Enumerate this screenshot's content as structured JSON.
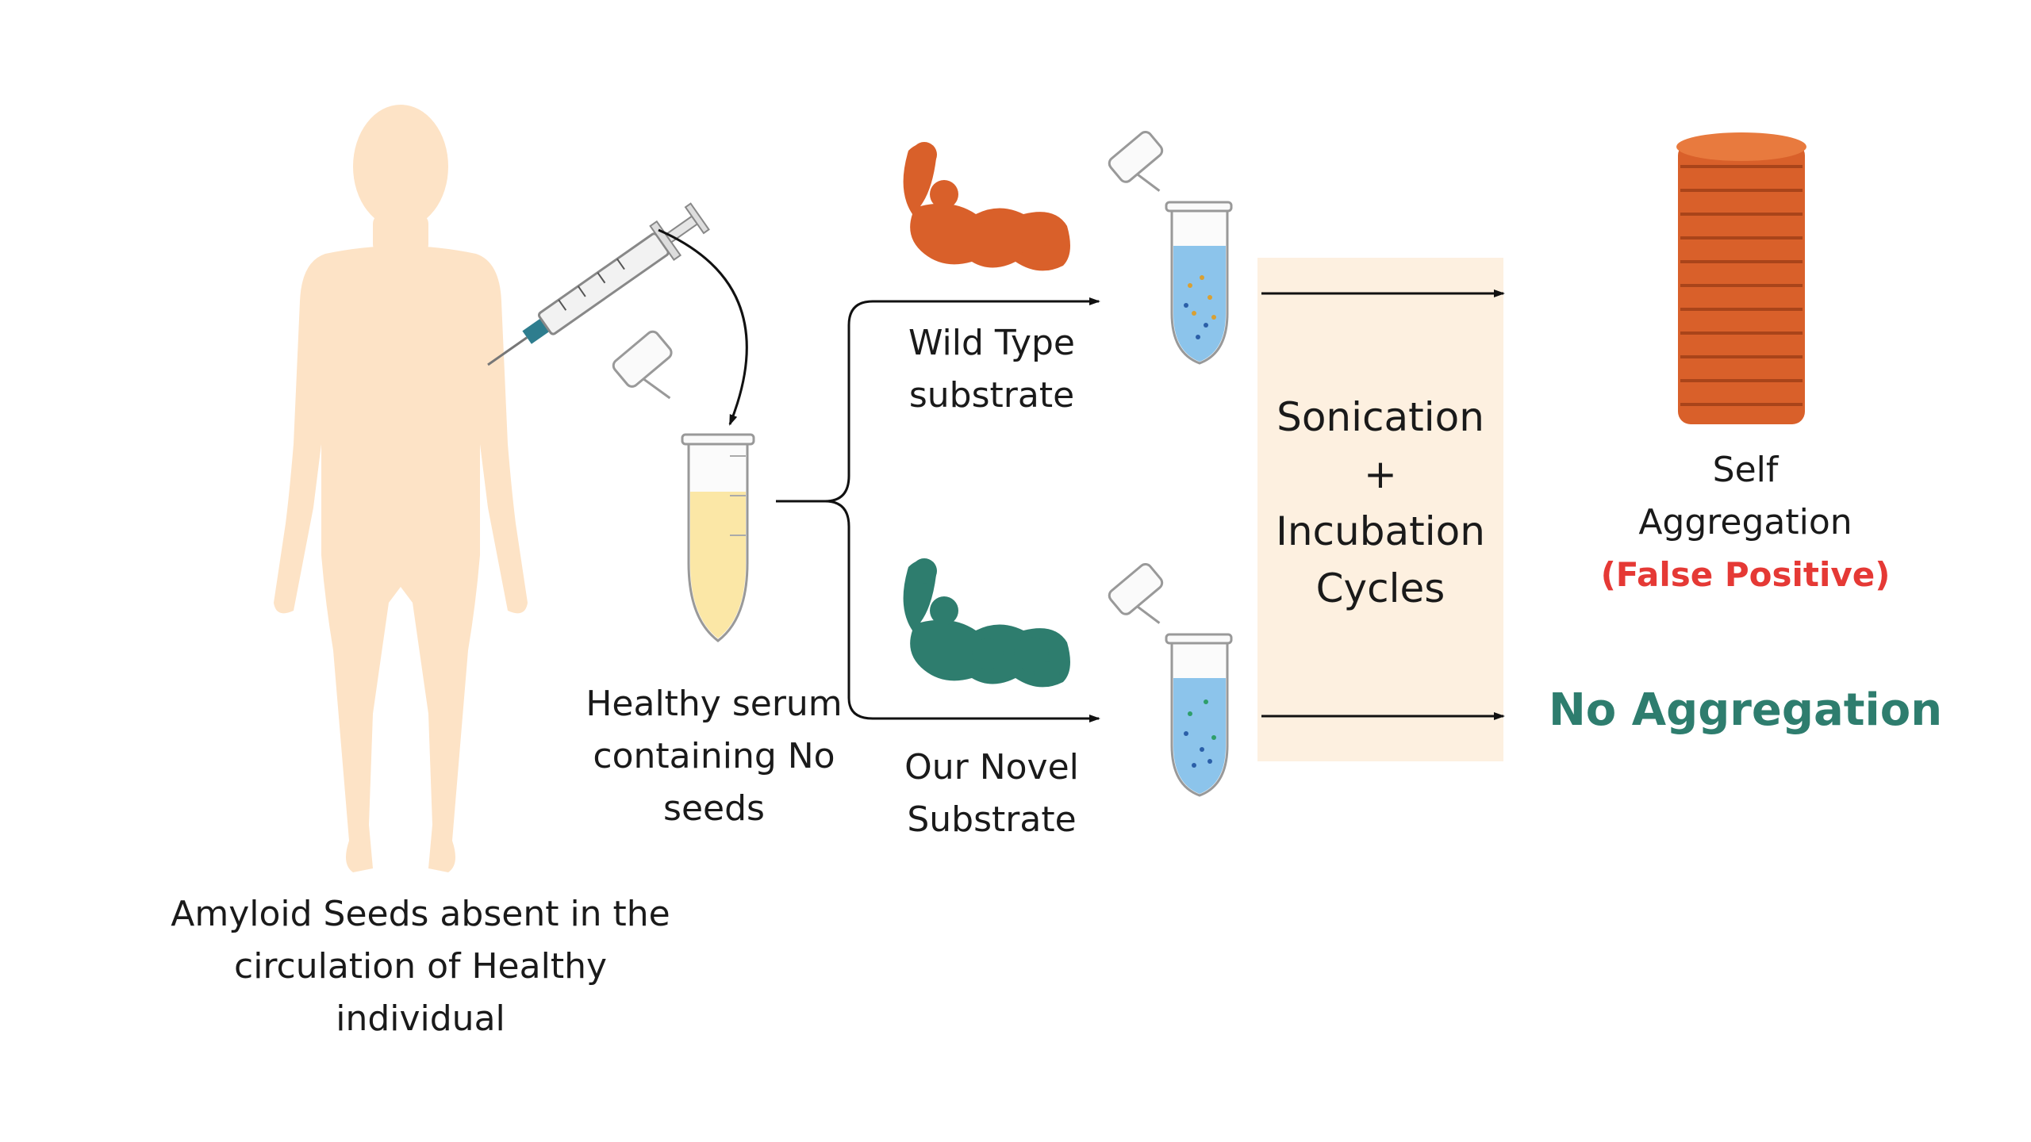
{
  "person": {
    "caption": [
      "Amyloid Seeds absent in the",
      "circulation of Healthy",
      "individual"
    ]
  },
  "serum_tube": {
    "caption": [
      "Healthy serum",
      "containing No",
      "seeds"
    ]
  },
  "wild_type": {
    "caption": [
      "Wild Type",
      "substrate"
    ]
  },
  "novel": {
    "caption": [
      "Our Novel",
      "Substrate"
    ]
  },
  "process_box": {
    "lines": [
      "Sonication",
      "+",
      "Incubation",
      "Cycles"
    ]
  },
  "results": {
    "self_aggregation": [
      "Self",
      "Aggregation"
    ],
    "false_positive": "(False Positive)",
    "no_aggregation": "No Aggregation"
  },
  "colors": {
    "skin": "#fde3c6",
    "serum": "#fbe7a6",
    "buffer": "#8cc4eb",
    "box": "#fdf0e0",
    "wild_type_protein": "#d9602a",
    "novel_protein": "#2e7d6e",
    "false_positive": "#e53935",
    "no_aggregation": "#2e7d6e"
  }
}
